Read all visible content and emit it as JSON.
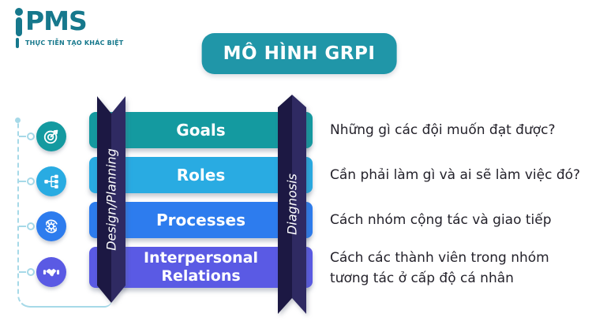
{
  "logo": {
    "name": "PMS",
    "tagline": "THỰC TIỄN TẠO KHÁC BIỆT",
    "color": "#16788C"
  },
  "title": {
    "label": "MÔ HÌNH GRPI",
    "bg": "#2096A8",
    "text_color": "#FFFFFF"
  },
  "ribbons": {
    "left": {
      "label": "Design/Planning",
      "color_dark": "#1C1843",
      "color_light": "#2F2A62"
    },
    "right": {
      "label": "Diagnosis",
      "color_dark": "#1C1843",
      "color_light": "#2F2A62"
    }
  },
  "rows": [
    {
      "id": "goals",
      "label": "Goals",
      "color": "#149AA0",
      "icon": "target-goal-icon",
      "description": "Những gì các đội muốn đạt được?"
    },
    {
      "id": "roles",
      "label": "Roles",
      "color": "#29ABE2",
      "icon": "org-hierarchy-icon",
      "description": "Cần phải làm gì và ai sẽ làm việc đó?"
    },
    {
      "id": "processes",
      "label": "Processes",
      "color": "#2D7CEE",
      "icon": "process-sync-icon",
      "description": "Cách nhóm cộng tác và giao tiếp"
    },
    {
      "id": "interpersonal-relations",
      "label": "Interpersonal Relations",
      "color": "#5A5AE4",
      "icon": "handshake-icon",
      "description": "Cách các thành viên trong nhóm tương tác ở cấp độ cá nhân",
      "description_line1": "Cách các thành viên trong nhóm",
      "description_line2": "tương tác ở cấp độ cá nhân"
    }
  ],
  "guide": {
    "color": "#A6D9E8"
  }
}
